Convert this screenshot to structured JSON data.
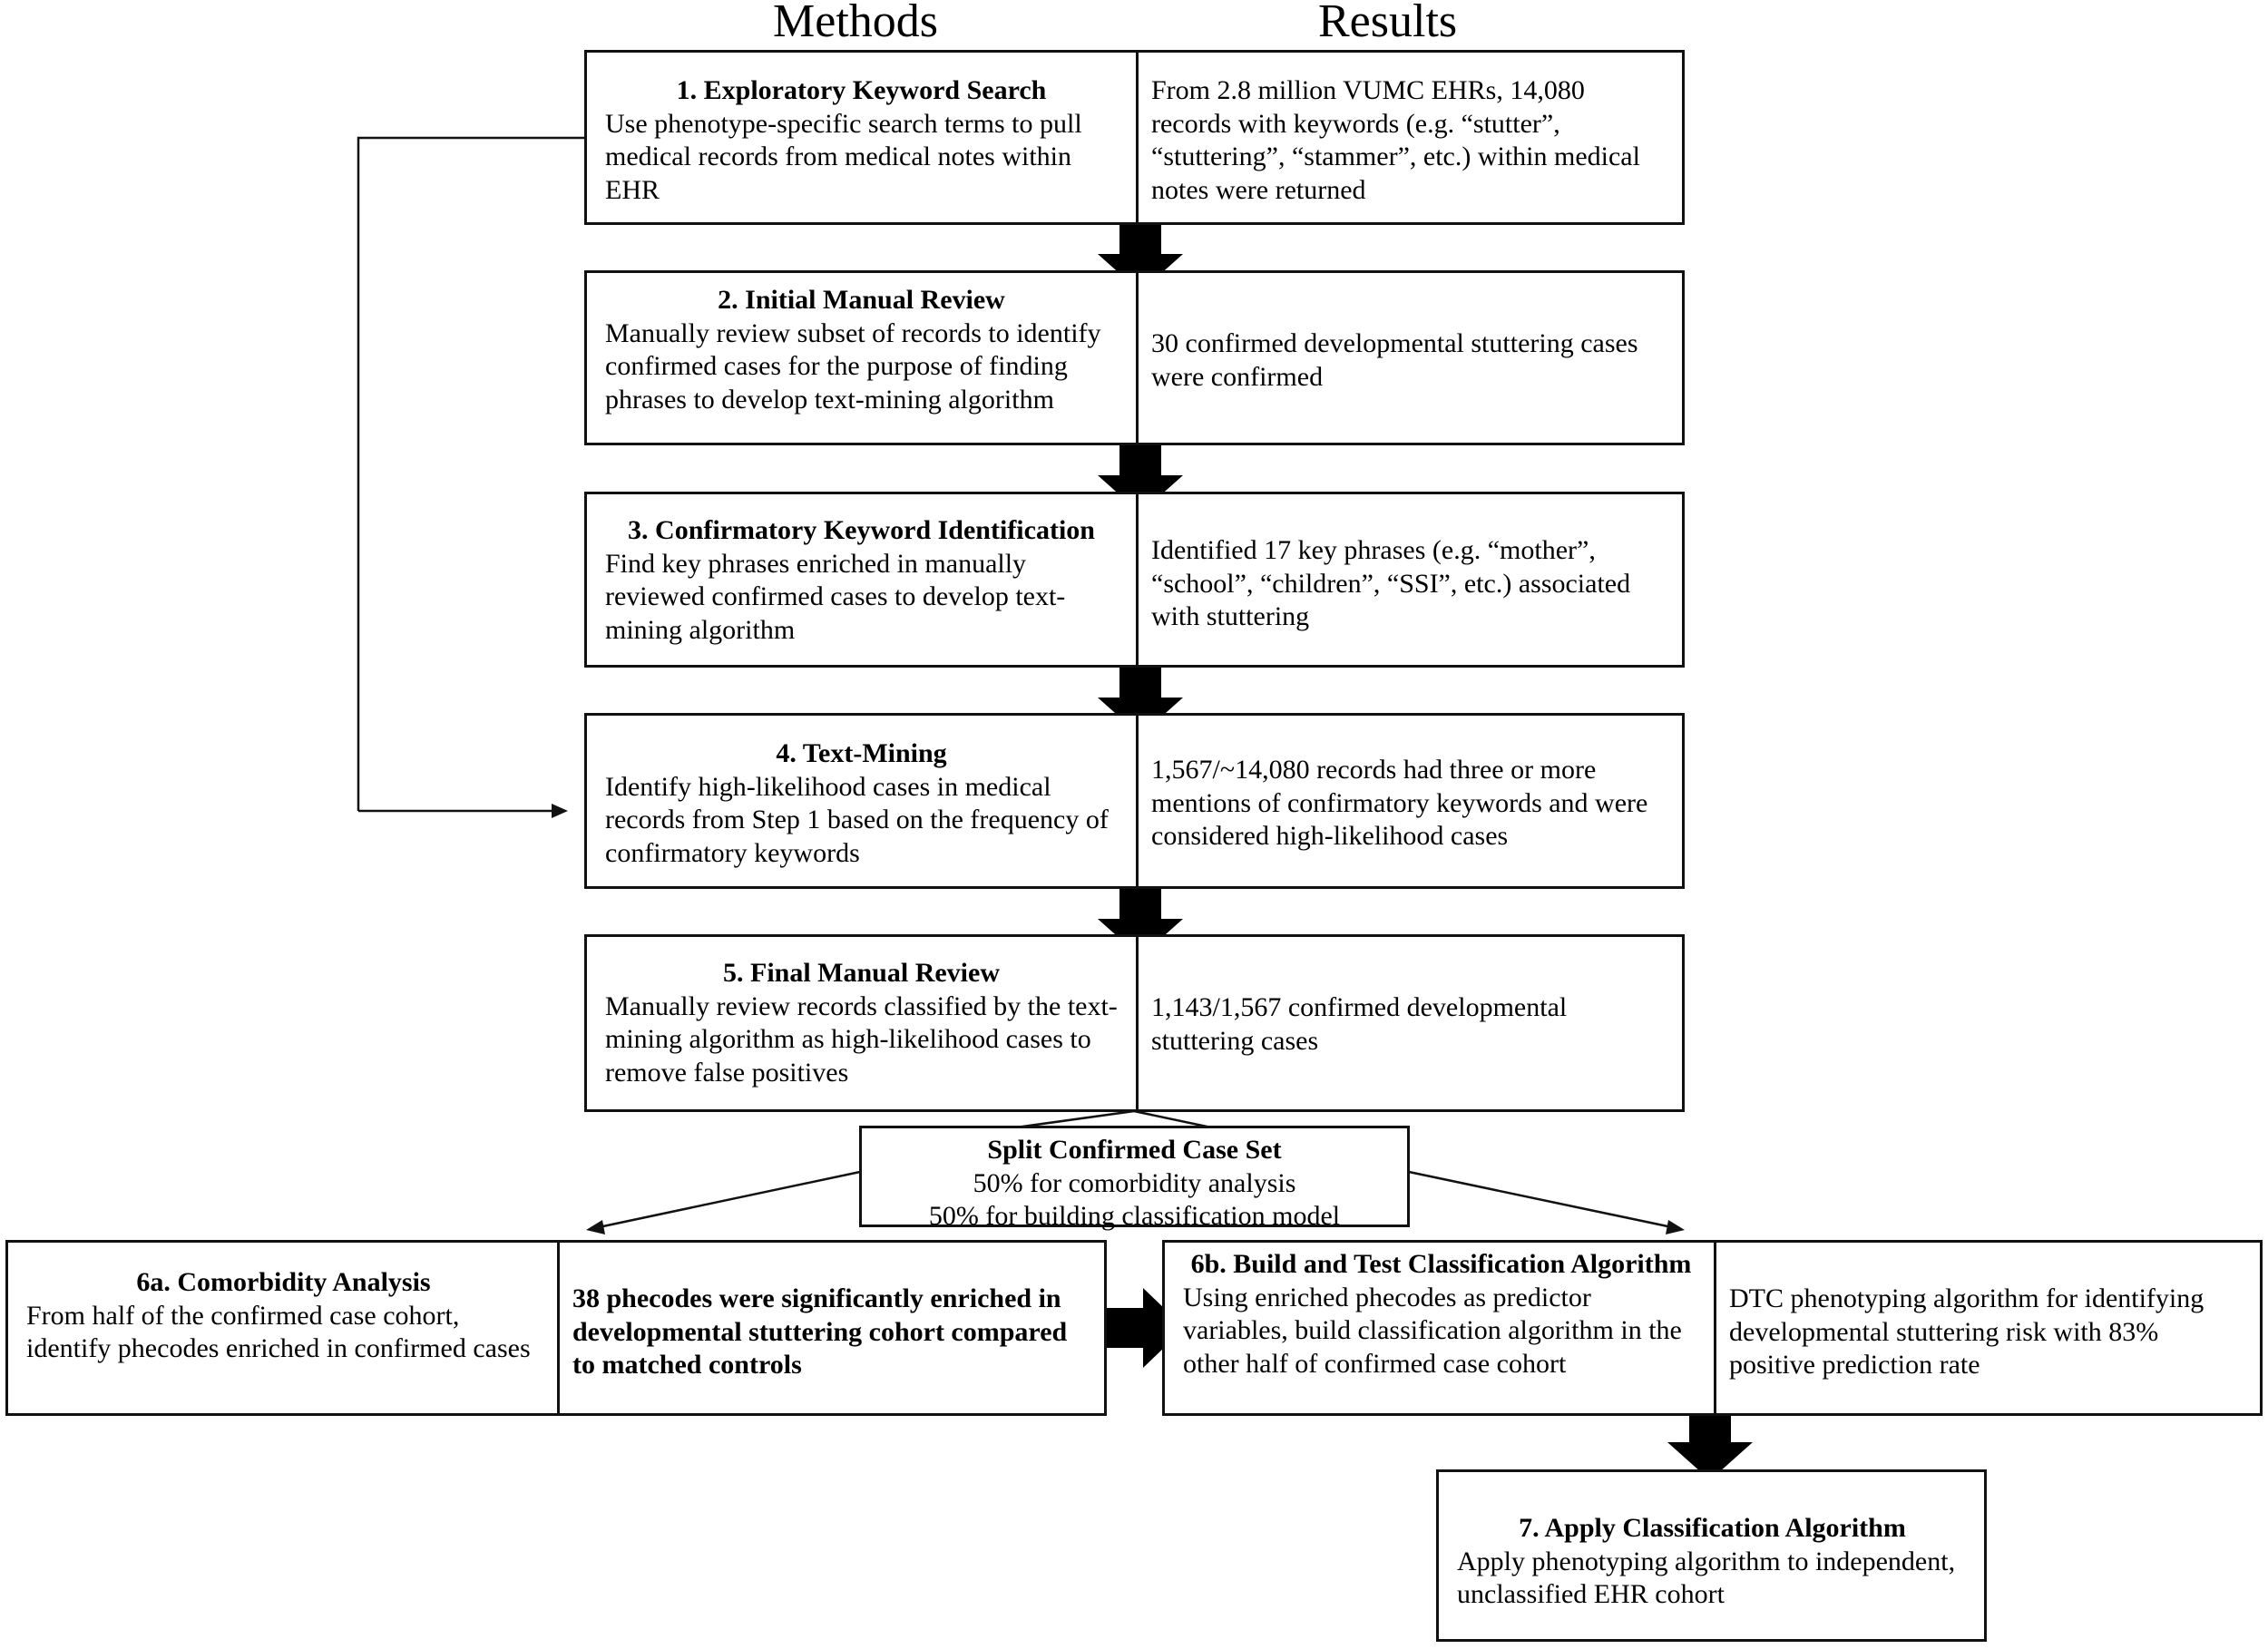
{
  "headers": {
    "methods": "Methods",
    "results": "Results"
  },
  "steps": [
    {
      "title": "1. Exploratory Keyword Search",
      "method": "Use phenotype-specific search terms to pull medical records from medical notes within EHR",
      "result": "From 2.8 million VUMC EHRs, 14,080 records with keywords (e.g. “stutter”, “stuttering”, “stammer”, etc.) within medical notes were returned"
    },
    {
      "title": "2. Initial Manual Review",
      "method": "Manually review subset of records to identify confirmed cases for the purpose of finding phrases to develop text-mining algorithm",
      "result": "30 confirmed developmental stuttering cases were confirmed"
    },
    {
      "title": "3. Confirmatory Keyword Identification",
      "method": "Find key phrases enriched in manually reviewed confirmed cases to develop text-mining algorithm",
      "result": "Identified 17 key phrases (e.g. “mother”, “school”, “children”, “SSI”, etc.) associated with stuttering"
    },
    {
      "title": "4. Text-Mining",
      "method": "Identify high-likelihood cases in medical records from Step 1 based on the frequency of confirmatory keywords",
      "result": "1,567/~14,080 records had three or more mentions of confirmatory keywords and were considered high-likelihood cases"
    },
    {
      "title": "5. Final Manual Review",
      "method": "Manually review records classified by the text-mining algorithm as high-likelihood cases to remove false positives",
      "result": "1,143/1,567 confirmed developmental stuttering cases"
    }
  ],
  "split": {
    "title": "Split Confirmed Case Set",
    "line1": "50% for comorbidity analysis",
    "line2": "50% for building classification model"
  },
  "step6a": {
    "title": "6a. Comorbidity Analysis",
    "method": "From half of the confirmed case cohort, identify phecodes enriched in confirmed cases",
    "result": "38 phecodes were significantly enriched in developmental stuttering cohort compared to matched controls"
  },
  "step6b": {
    "title": "6b. Build and Test Classification Algorithm",
    "method": "Using enriched phecodes as predictor variables, build classification algorithm in the other half of confirmed case cohort",
    "result": "DTC phenotyping algorithm for identifying developmental stuttering risk with 83% positive prediction rate"
  },
  "step7": {
    "title": "7. Apply Classification Algorithm",
    "method": "Apply phenotyping algorithm to independent, unclassified EHR cohort"
  }
}
